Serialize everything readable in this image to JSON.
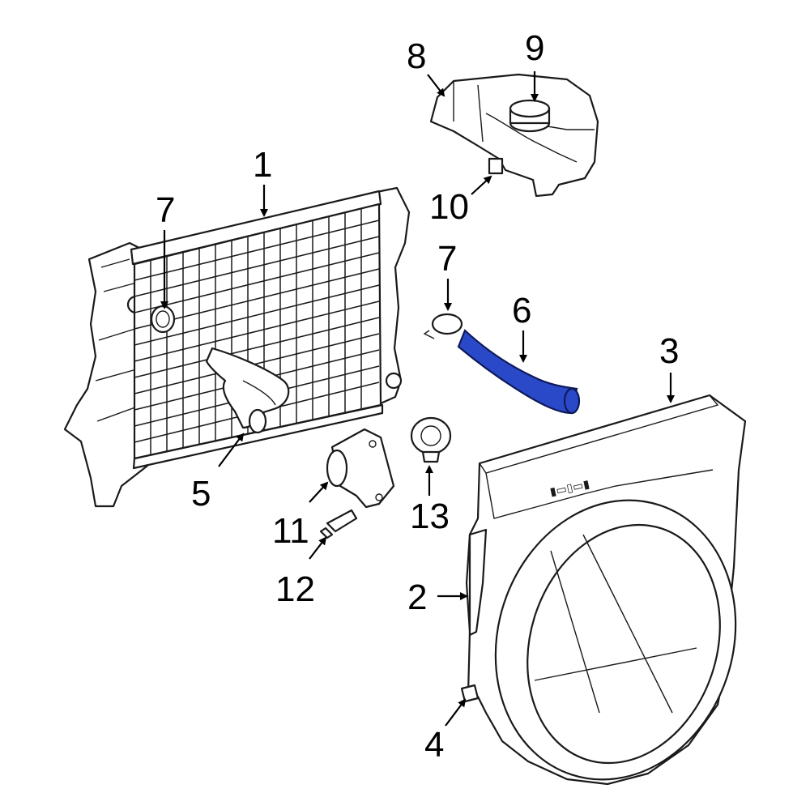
{
  "diagram": {
    "highlight_color": "#2a49c8",
    "highlighted_part": "6",
    "callouts": [
      {
        "id": "c1",
        "label": "1"
      },
      {
        "id": "c2",
        "label": "2"
      },
      {
        "id": "c3",
        "label": "3"
      },
      {
        "id": "c4",
        "label": "4"
      },
      {
        "id": "c5",
        "label": "5"
      },
      {
        "id": "c6",
        "label": "6"
      },
      {
        "id": "c7a",
        "label": "7"
      },
      {
        "id": "c7b",
        "label": "7"
      },
      {
        "id": "c8",
        "label": "8"
      },
      {
        "id": "c9",
        "label": "9"
      },
      {
        "id": "c10",
        "label": "10"
      },
      {
        "id": "c11",
        "label": "11"
      },
      {
        "id": "c12",
        "label": "12"
      },
      {
        "id": "c13",
        "label": "13"
      }
    ]
  }
}
